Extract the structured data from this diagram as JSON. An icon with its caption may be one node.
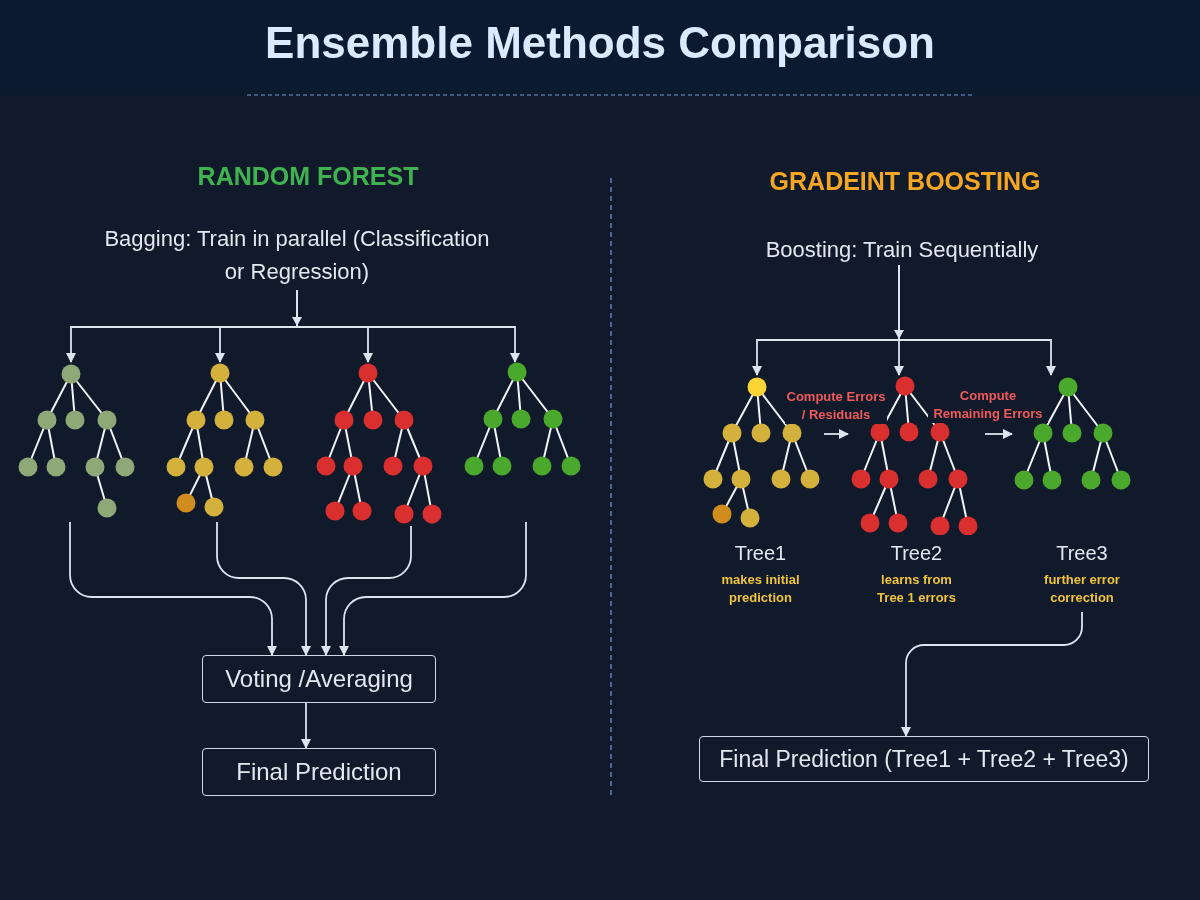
{
  "diagram": {
    "title": "Ensemble Methods Comparison",
    "nodes": [
      {
        "text": [
          "Bagging: Train in parallel (Classification or Regression)"
        ]
      },
      {
        "text": [],
        "shape": "picture"
      },
      {
        "text": [],
        "shape": "picture"
      },
      {
        "text": [],
        "shape": "picture"
      },
      {
        "text": [],
        "shape": "picture"
      },
      {
        "text": [
          "Voting /Averaging"
        ]
      },
      {
        "text": [
          "Final Prediction"
        ]
      },
      {
        "text": [
          "Boosting: Train Sequentially"
        ]
      },
      {
        "text": [
          "Tree1",
          "makes initial prediction"
        ]
      },
      {
        "text": [
          "Tree2",
          "learns from Tree 1 errors"
        ]
      },
      {
        "text": [
          "Tree3",
          "further error correction"
        ]
      },
      {
        "text": [
          "Final Prediction (Tree1 + Tree2 + Tree3)"
        ]
      }
    ],
    "edges": [
      {
        "from": 0,
        "to": 1,
        "arrow": "to"
      },
      {
        "from": 0,
        "to": 2,
        "arrow": "to"
      },
      {
        "from": 0,
        "to": 3,
        "arrow": "to"
      },
      {
        "from": 0,
        "to": 4,
        "arrow": "to"
      },
      {
        "from": 1,
        "to": 5,
        "arrow": "to"
      },
      {
        "from": 2,
        "to": 5,
        "arrow": "to"
      },
      {
        "from": 3,
        "to": 5,
        "arrow": "to"
      },
      {
        "from": 4,
        "to": 5,
        "arrow": "to"
      },
      {
        "from": 5,
        "to": 6,
        "arrow": "to"
      },
      {
        "from": 7,
        "to": 8,
        "arrow": "to"
      },
      {
        "from": 7,
        "to": 9,
        "arrow": "to"
      },
      {
        "from": 7,
        "to": 10,
        "arrow": "to"
      },
      {
        "from": 8,
        "to": 9,
        "arrow": "to",
        "label": "Compute Errors / Residuals"
      },
      {
        "from": 9,
        "to": 10,
        "arrow": "to",
        "label": "Compute Remaining Errors"
      },
      {
        "from": 10,
        "to": 11,
        "arrow": "to"
      }
    ],
    "labels": [
      "RANDOM FOREST",
      "GRADEINT BOOSTING"
    ]
  }
}
